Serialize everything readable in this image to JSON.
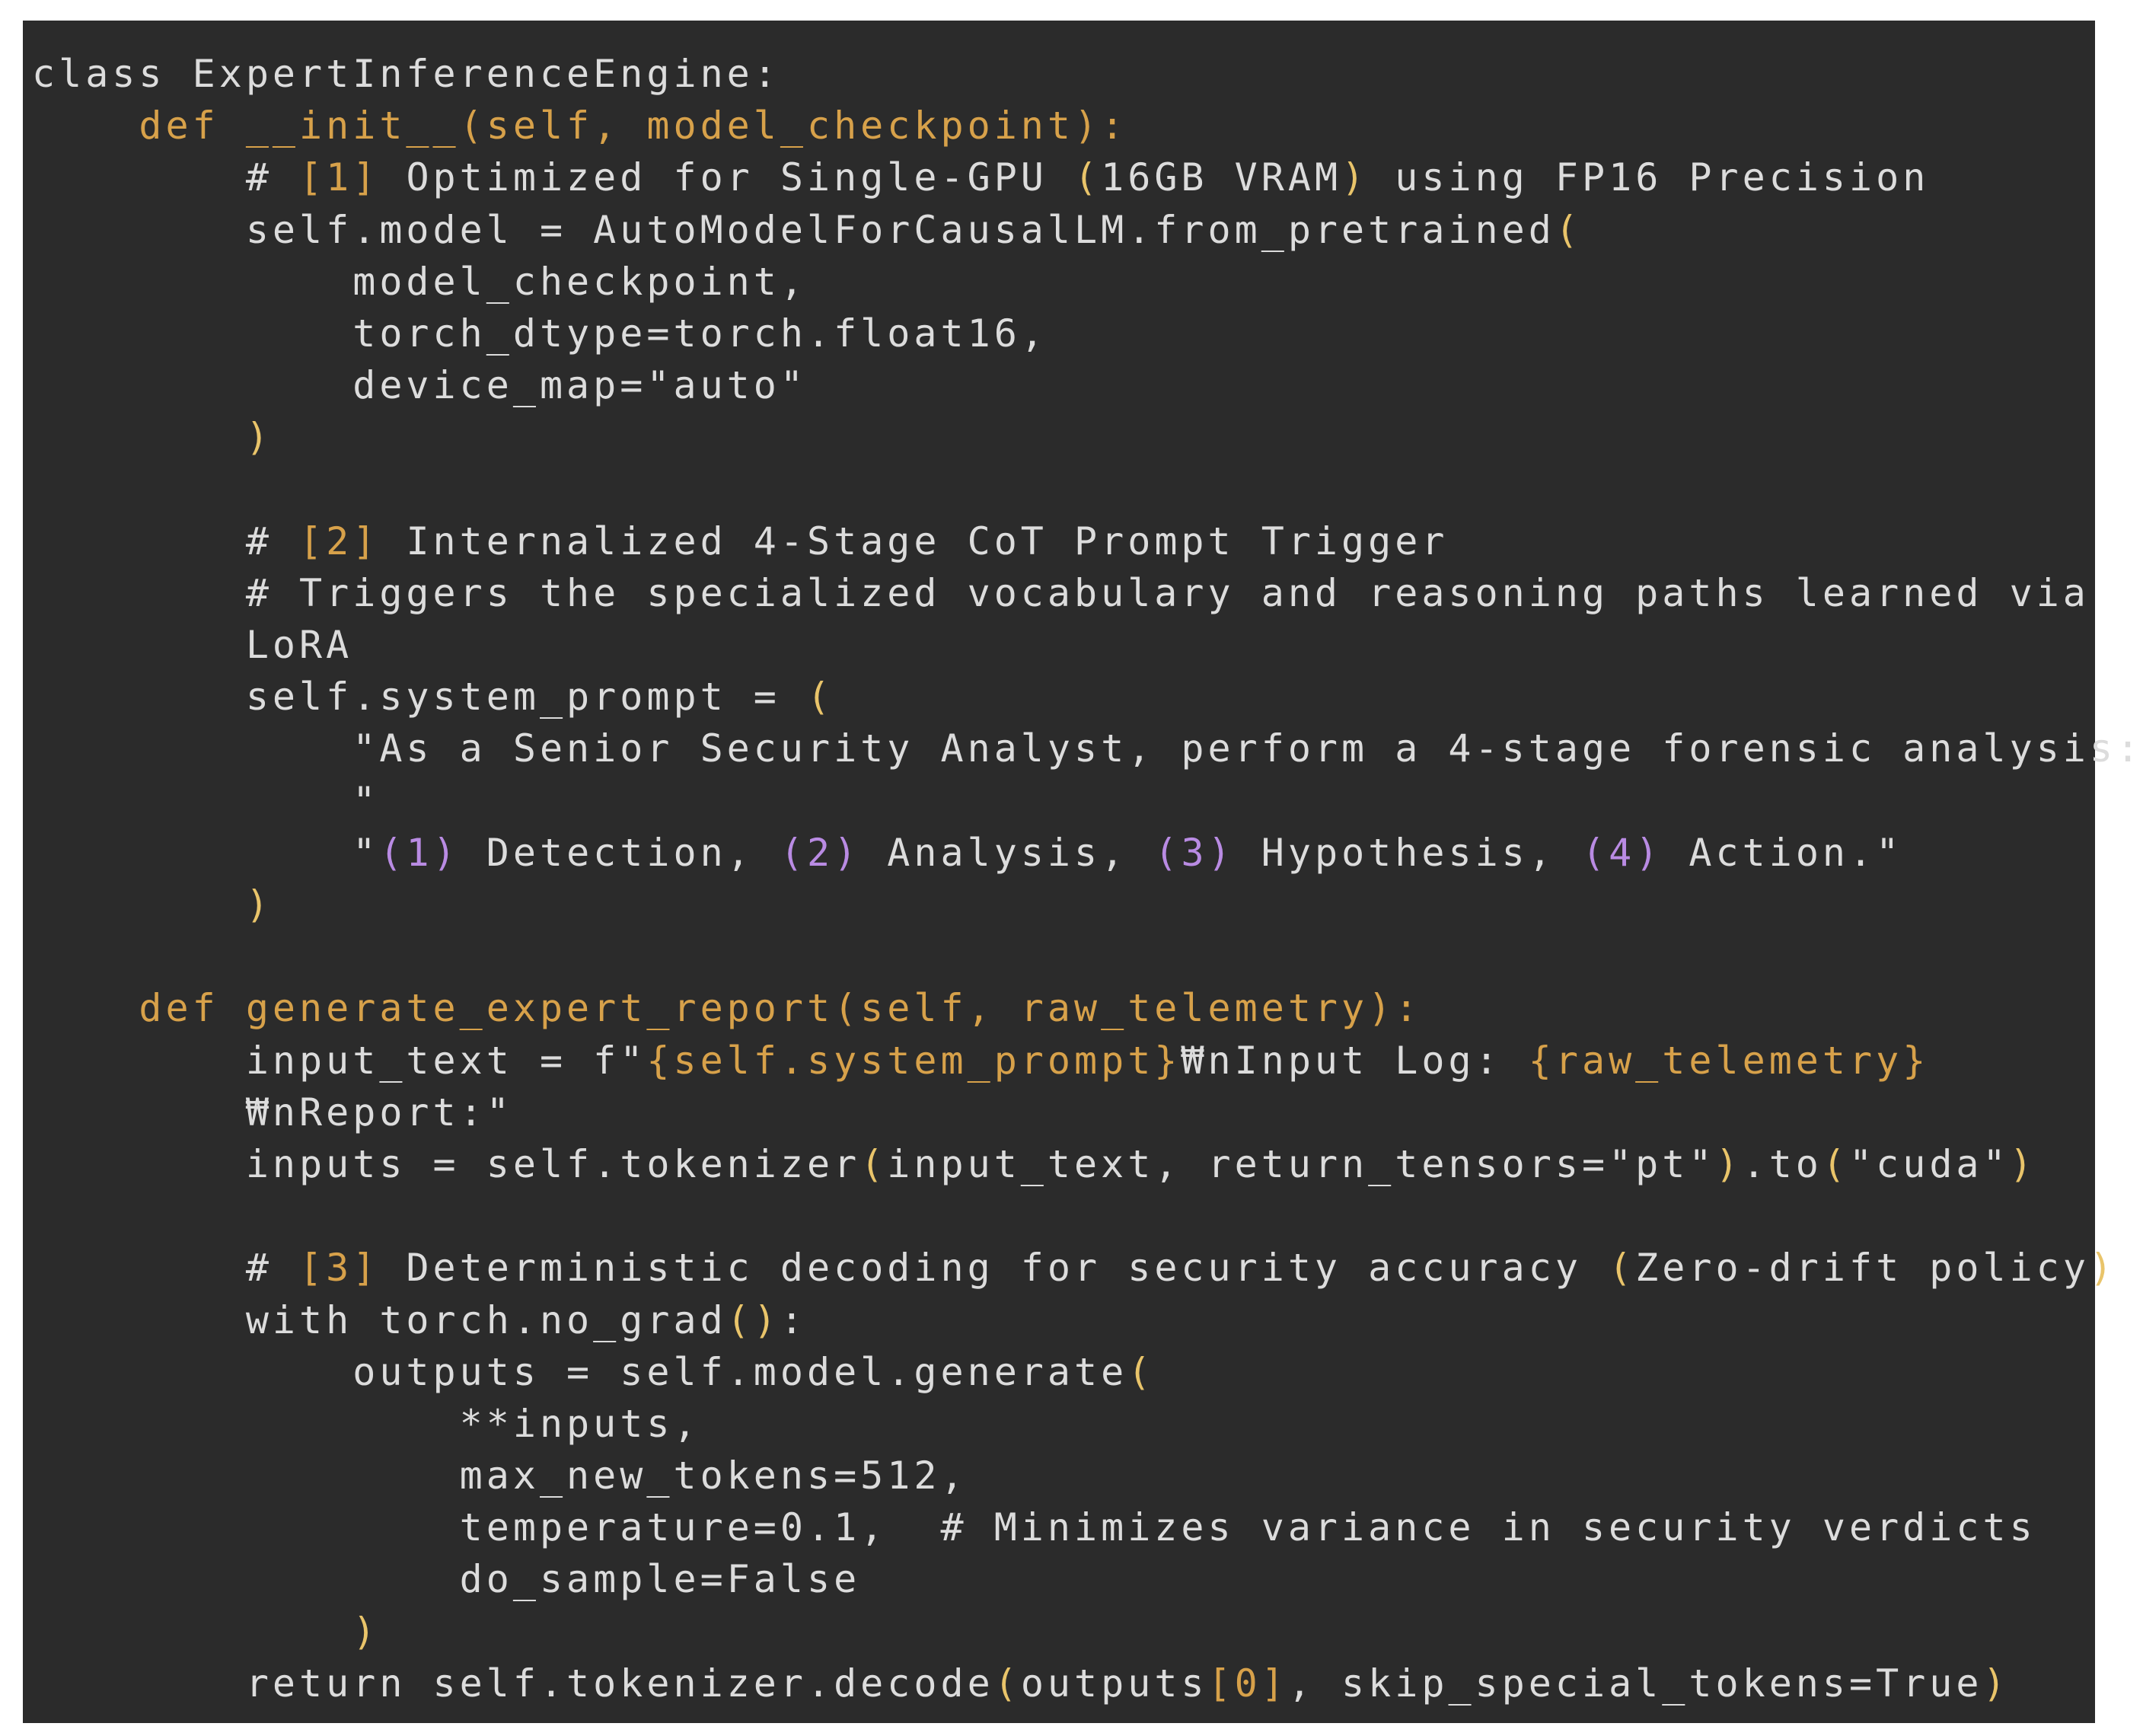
{
  "editor": {
    "theme": {
      "background": "#2b2b2b",
      "default_text": "#dcdcdc",
      "keyword": "#d7a14a",
      "paren": "#e9c46a",
      "bracket": "#d7a14a",
      "number": "#b98be3"
    },
    "lines": [
      {
        "tokens": [
          {
            "text": "class ExpertInferenceEngine:",
            "kind": "plain"
          }
        ]
      },
      {
        "tokens": [
          {
            "text": "    def __init__(self, model_checkpoint):",
            "kind": "def"
          }
        ]
      },
      {
        "tokens": [
          {
            "text": "        # ",
            "kind": "comment"
          },
          {
            "text": "[1]",
            "kind": "bracket"
          },
          {
            "text": " Optimized for Single-GPU ",
            "kind": "comment"
          },
          {
            "text": "(",
            "kind": "paren"
          },
          {
            "text": "16GB VRAM",
            "kind": "comment"
          },
          {
            "text": ")",
            "kind": "paren"
          },
          {
            "text": " using FP16 Precision",
            "kind": "comment"
          }
        ]
      },
      {
        "tokens": [
          {
            "text": "        self.model = AutoModelForCausalLM.from_pretrained",
            "kind": "plain"
          },
          {
            "text": "(",
            "kind": "paren"
          }
        ]
      },
      {
        "tokens": [
          {
            "text": "            model_checkpoint,",
            "kind": "plain"
          }
        ]
      },
      {
        "tokens": [
          {
            "text": "            torch_dtype=torch.float16,",
            "kind": "plain"
          }
        ]
      },
      {
        "tokens": [
          {
            "text": "            device_map=\"auto\"",
            "kind": "plain"
          }
        ]
      },
      {
        "tokens": [
          {
            "text": "        ",
            "kind": "plain"
          },
          {
            "text": ")",
            "kind": "paren"
          }
        ]
      },
      {
        "tokens": [
          {
            "text": "",
            "kind": "plain"
          }
        ]
      },
      {
        "tokens": [
          {
            "text": "        # ",
            "kind": "comment"
          },
          {
            "text": "[2]",
            "kind": "bracket"
          },
          {
            "text": " Internalized 4-Stage CoT Prompt Trigger",
            "kind": "comment"
          }
        ]
      },
      {
        "tokens": [
          {
            "text": "        # Triggers the specialized vocabulary and reasoning paths learned via",
            "kind": "comment"
          }
        ]
      },
      {
        "tokens": [
          {
            "text": "        LoRA",
            "kind": "comment"
          }
        ]
      },
      {
        "tokens": [
          {
            "text": "        self.system_prompt = ",
            "kind": "plain"
          },
          {
            "text": "(",
            "kind": "paren"
          }
        ]
      },
      {
        "tokens": [
          {
            "text": "            \"As a Senior Security Analyst, perform a 4-stage forensic analysis:",
            "kind": "plain"
          }
        ]
      },
      {
        "tokens": [
          {
            "text": "            \"",
            "kind": "plain"
          }
        ]
      },
      {
        "tokens": [
          {
            "text": "            \"",
            "kind": "plain"
          },
          {
            "text": "(1)",
            "kind": "number"
          },
          {
            "text": " Detection, ",
            "kind": "plain"
          },
          {
            "text": "(2)",
            "kind": "number"
          },
          {
            "text": " Analysis, ",
            "kind": "plain"
          },
          {
            "text": "(3)",
            "kind": "number"
          },
          {
            "text": " Hypothesis, ",
            "kind": "plain"
          },
          {
            "text": "(4)",
            "kind": "number"
          },
          {
            "text": " Action.\"",
            "kind": "plain"
          }
        ]
      },
      {
        "tokens": [
          {
            "text": "        ",
            "kind": "plain"
          },
          {
            "text": ")",
            "kind": "paren"
          }
        ]
      },
      {
        "tokens": [
          {
            "text": "",
            "kind": "plain"
          }
        ]
      },
      {
        "tokens": [
          {
            "text": "    def generate_expert_report(self, raw_telemetry):",
            "kind": "def"
          }
        ]
      },
      {
        "tokens": [
          {
            "text": "        input_text = f\"",
            "kind": "plain"
          },
          {
            "text": "{self.system_prompt}",
            "kind": "interp"
          },
          {
            "text": "₩nInput Log: ",
            "kind": "plain"
          },
          {
            "text": "{raw_telemetry}",
            "kind": "interp"
          }
        ]
      },
      {
        "tokens": [
          {
            "text": "        ₩nReport:\"",
            "kind": "plain"
          }
        ]
      },
      {
        "tokens": [
          {
            "text": "        inputs = self.tokenizer",
            "kind": "plain"
          },
          {
            "text": "(",
            "kind": "paren"
          },
          {
            "text": "input_text, return_tensors=\"pt\"",
            "kind": "plain"
          },
          {
            "text": ")",
            "kind": "paren"
          },
          {
            "text": ".to",
            "kind": "plain"
          },
          {
            "text": "(",
            "kind": "paren"
          },
          {
            "text": "\"cuda\"",
            "kind": "plain"
          },
          {
            "text": ")",
            "kind": "paren"
          }
        ]
      },
      {
        "tokens": [
          {
            "text": "",
            "kind": "plain"
          }
        ]
      },
      {
        "tokens": [
          {
            "text": "        # ",
            "kind": "comment"
          },
          {
            "text": "[3]",
            "kind": "bracket"
          },
          {
            "text": " Deterministic decoding for security accuracy ",
            "kind": "comment"
          },
          {
            "text": "(",
            "kind": "paren"
          },
          {
            "text": "Zero-drift policy",
            "kind": "comment"
          },
          {
            "text": ")",
            "kind": "paren"
          }
        ]
      },
      {
        "tokens": [
          {
            "text": "        with torch.no_grad",
            "kind": "plain"
          },
          {
            "text": "()",
            "kind": "paren"
          },
          {
            "text": ":",
            "kind": "plain"
          }
        ]
      },
      {
        "tokens": [
          {
            "text": "            outputs = self.model.generate",
            "kind": "plain"
          },
          {
            "text": "(",
            "kind": "paren"
          }
        ]
      },
      {
        "tokens": [
          {
            "text": "                **inputs,",
            "kind": "plain"
          }
        ]
      },
      {
        "tokens": [
          {
            "text": "                max_new_tokens=512,",
            "kind": "plain"
          }
        ]
      },
      {
        "tokens": [
          {
            "text": "                temperature=0.1,  # Minimizes variance in security verdicts",
            "kind": "plain"
          }
        ]
      },
      {
        "tokens": [
          {
            "text": "                do_sample=False",
            "kind": "plain"
          }
        ]
      },
      {
        "tokens": [
          {
            "text": "            ",
            "kind": "plain"
          },
          {
            "text": ")",
            "kind": "paren"
          }
        ]
      },
      {
        "tokens": [
          {
            "text": "        return self.tokenizer.decode",
            "kind": "plain"
          },
          {
            "text": "(",
            "kind": "paren"
          },
          {
            "text": "outputs",
            "kind": "plain"
          },
          {
            "text": "[0]",
            "kind": "bracket"
          },
          {
            "text": ", skip_special_tokens=True",
            "kind": "plain"
          },
          {
            "text": ")",
            "kind": "paren"
          }
        ]
      }
    ]
  }
}
